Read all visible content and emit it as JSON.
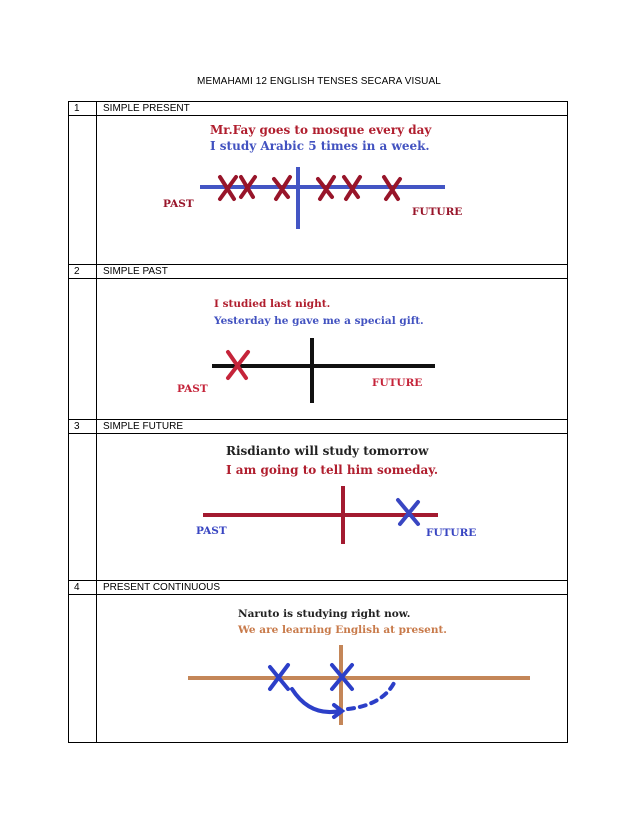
{
  "document": {
    "title": "MEMAHAMI 12 ENGLISH TENSES SECARA VISUAL"
  },
  "tenses": [
    {
      "number": "1",
      "name": "SIMPLE PRESENT",
      "sentences": [
        "Mr.Fay goes to mosque every day",
        "I study Arabic 5 times in a week."
      ],
      "sentence_colors": [
        "#b01e2e",
        "#4252c0"
      ],
      "labels": {
        "past": "PAST",
        "future": "FUTURE"
      },
      "line_color": "#4355c4",
      "mark_color": "#98152a"
    },
    {
      "number": "2",
      "name": "SIMPLE PAST",
      "sentences": [
        "I studied last night.",
        "Yesterday he gave me a special gift."
      ],
      "sentence_colors": [
        "#b01e2e",
        "#4252c0"
      ],
      "labels": {
        "past": "PAST",
        "future": "FUTURE"
      },
      "line_color": "#111111",
      "mark_color": "#c5243a"
    },
    {
      "number": "3",
      "name": "SIMPLE FUTURE",
      "sentences": [
        "Risdianto will study tomorrow",
        "I am going to tell him someday."
      ],
      "sentence_colors": [
        "#222222",
        "#b01e2e"
      ],
      "labels": {
        "past": "PAST",
        "future": "FUTURE"
      },
      "line_color": "#a31a30",
      "mark_color": "#3946c2"
    },
    {
      "number": "4",
      "name": "PRESENT CONTINUOUS",
      "sentences": [
        "Naruto is studying right now.",
        "We are learning English at present."
      ],
      "sentence_colors": [
        "#222222",
        "#c87a4a"
      ],
      "line_color": "#c48658",
      "mark_color": "#2c3fc8"
    }
  ]
}
